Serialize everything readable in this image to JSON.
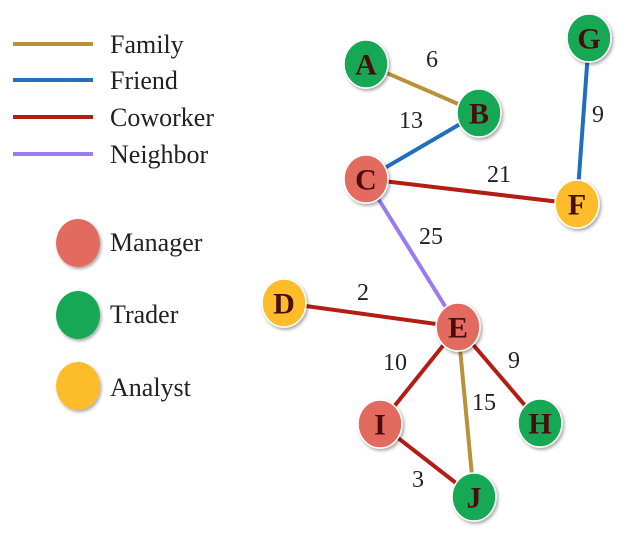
{
  "legend": {
    "relations": [
      {
        "key": "family",
        "label": "Family",
        "color": "#b8923a"
      },
      {
        "key": "friend",
        "label": "Friend",
        "color": "#1f6fbd"
      },
      {
        "key": "coworker",
        "label": "Coworker",
        "color": "#b31d14"
      },
      {
        "key": "neighbor",
        "label": "Neighbor",
        "color": "#9a7cf0"
      }
    ],
    "roles": [
      {
        "key": "manager",
        "label": "Manager",
        "color": "#e36a5e"
      },
      {
        "key": "trader",
        "label": "Trader",
        "color": "#14a854"
      },
      {
        "key": "analyst",
        "label": "Analyst",
        "color": "#fdbd2a"
      }
    ]
  },
  "nodes": [
    {
      "id": "A",
      "label": "A",
      "role": "trader"
    },
    {
      "id": "B",
      "label": "B",
      "role": "trader"
    },
    {
      "id": "C",
      "label": "C",
      "role": "manager"
    },
    {
      "id": "D",
      "label": "D",
      "role": "analyst"
    },
    {
      "id": "E",
      "label": "E",
      "role": "manager"
    },
    {
      "id": "F",
      "label": "F",
      "role": "analyst"
    },
    {
      "id": "G",
      "label": "G",
      "role": "trader"
    },
    {
      "id": "H",
      "label": "H",
      "role": "trader"
    },
    {
      "id": "I",
      "label": "I",
      "role": "manager"
    },
    {
      "id": "J",
      "label": "J",
      "role": "trader"
    }
  ],
  "edges": [
    {
      "from": "A",
      "to": "B",
      "weight": "6",
      "relation": "family"
    },
    {
      "from": "C",
      "to": "B",
      "weight": "13",
      "relation": "friend"
    },
    {
      "from": "G",
      "to": "F",
      "weight": "9",
      "relation": "friend"
    },
    {
      "from": "C",
      "to": "F",
      "weight": "21",
      "relation": "coworker"
    },
    {
      "from": "C",
      "to": "E",
      "weight": "25",
      "relation": "neighbor"
    },
    {
      "from": "D",
      "to": "E",
      "weight": "2",
      "relation": "coworker"
    },
    {
      "from": "E",
      "to": "I",
      "weight": "10",
      "relation": "coworker"
    },
    {
      "from": "E",
      "to": "H",
      "weight": "9",
      "relation": "coworker"
    },
    {
      "from": "E",
      "to": "J",
      "weight": "15",
      "relation": "family"
    },
    {
      "from": "I",
      "to": "J",
      "weight": "3",
      "relation": "coworker"
    }
  ]
}
